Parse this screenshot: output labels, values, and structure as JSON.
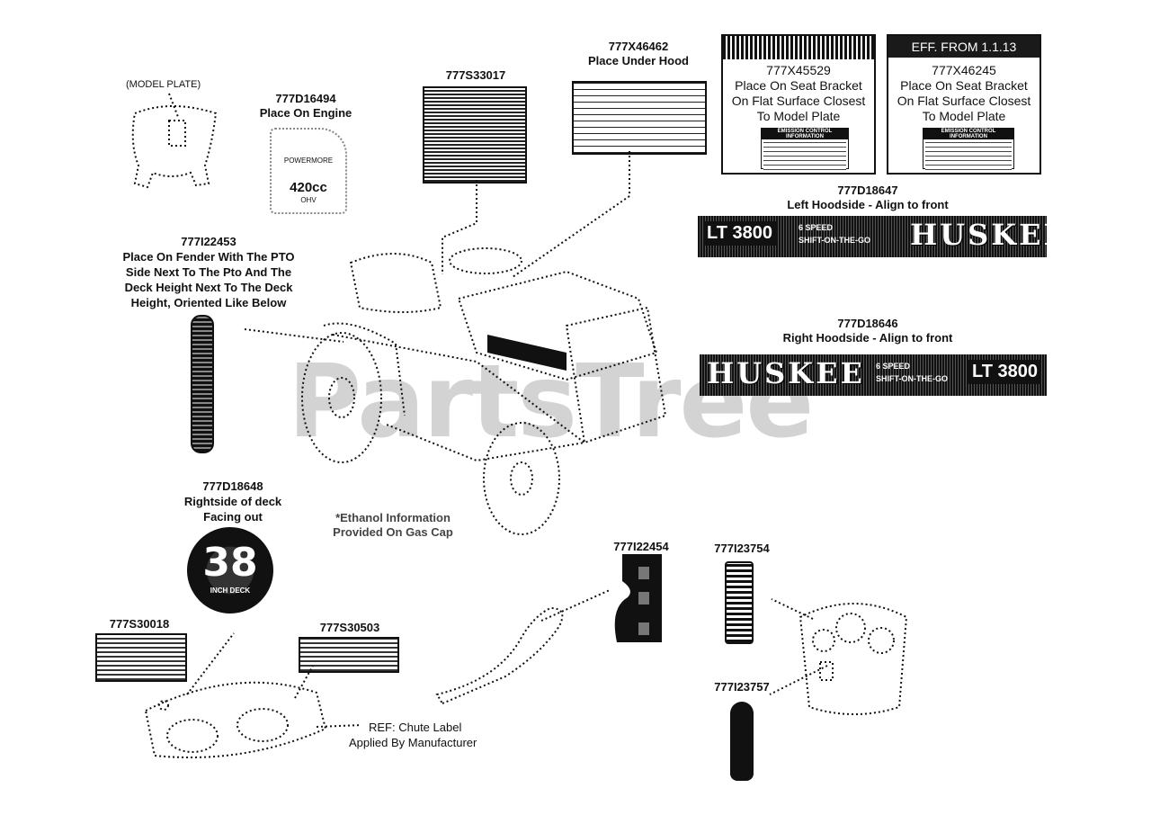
{
  "watermark": "PartsTree",
  "labels": {
    "model_plate": "(MODEL PLATE)",
    "l_777d16494": {
      "part": "777D16494",
      "note": "Place On Engine"
    },
    "engine_sticker": {
      "brand": "POWERMORE",
      "cc": "420cc",
      "sub": "OHV"
    },
    "l_777s33017": {
      "part": "777S33017"
    },
    "l_777x46462": {
      "part": "777X46462",
      "note": "Place Under Hood"
    },
    "l_777x45529": {
      "part": "777X45529",
      "line1": "Place On Seat Bracket",
      "line2": "On Flat Surface Closest",
      "line3": "To Model Plate",
      "inner_title": "EMISSION CONTROL INFORMATION"
    },
    "l_777x46245": {
      "header": "EFF. FROM 1.1.13",
      "part": "777X46245",
      "line1": "Place On Seat Bracket",
      "line2": "On Flat Surface Closest",
      "line3": "To Model Plate",
      "inner_title": "EMISSION CONTROL INFORMATION"
    },
    "l_777d18647": {
      "part": "777D18647",
      "note": "Left Hoodside - Align to front",
      "model": "LT 3800",
      "speed": "6 SPEED",
      "shift": "SHIFT-ON-THE-GO",
      "brand": "HUSKEE"
    },
    "l_777d18646": {
      "part": "777D18646",
      "note": "Right Hoodside - Align to front",
      "model": "LT 3800",
      "speed": "6 SPEED",
      "shift": "SHIFT-ON-THE-GO",
      "brand": "HUSKEE"
    },
    "l_777i22453": {
      "part": "777I22453",
      "line1": "Place On Fender With The PTO",
      "line2": "Side Next To The Pto And The",
      "line3": "Deck Height Next To The Deck",
      "line4": "Height, Oriented Like Below"
    },
    "l_777d18648": {
      "part": "777D18648",
      "line1": "Rightside of deck",
      "line2": "Facing out",
      "deck_size": "38",
      "deck_sub": "INCH DECK"
    },
    "ethanol_note": {
      "line1": "*Ethanol Information",
      "line2": "Provided On Gas Cap"
    },
    "l_777s30018": {
      "part": "777S30018"
    },
    "l_777s30503": {
      "part": "777S30503"
    },
    "chute_ref": {
      "line1": "REF: Chute Label",
      "line2": "Applied By Manufacturer"
    },
    "l_777i22454": {
      "part": "777I22454"
    },
    "l_777i23754": {
      "part": "777I23754"
    },
    "l_777i23757": {
      "part": "777I23757"
    }
  }
}
